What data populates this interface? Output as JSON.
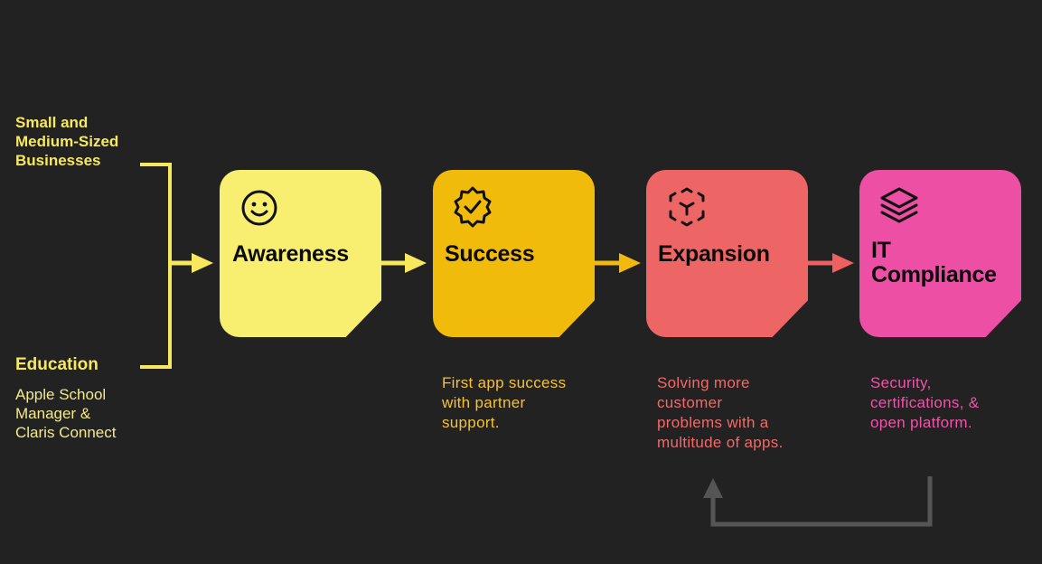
{
  "segments": {
    "smb": "Small and\nMedium-Sized\nBusinesses",
    "education": "Education",
    "education_detail": "Apple School\nManager &\nClaris Connect"
  },
  "stages": [
    {
      "title": "Awareness",
      "icon": "smiley-face-icon",
      "color": "#f8ef70",
      "description": ""
    },
    {
      "title": "Success",
      "icon": "verified-badge-icon",
      "color": "#f1bb0c",
      "description": "First app success\nwith partner\nsupport."
    },
    {
      "title": "Expansion",
      "icon": "expand-cube-icon",
      "color": "#ee6565",
      "description": "Solving more\ncustomer\nproblems with a\nmultitude of apps."
    },
    {
      "title": "IT\nCompliance",
      "icon": "stack-layers-icon",
      "color": "#ec4fa4",
      "description": "Security,\ncertifications, &\nopen platform."
    }
  ],
  "colors": {
    "background": "#222222",
    "arrow_yellow": "#f7e85e",
    "arrow_gold": "#f2b90e",
    "arrow_red": "#ef6060",
    "loop_arrow": "#555555",
    "desc_success": "#f3c23a",
    "desc_expansion": "#ef6a6a",
    "desc_compliance": "#ee55a8"
  }
}
